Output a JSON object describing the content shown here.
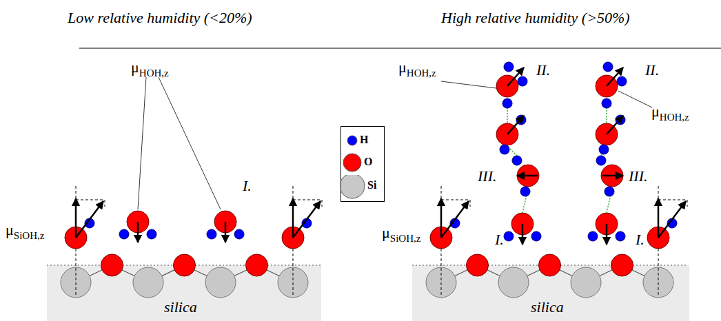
{
  "diagram": {
    "labels": [
      "Low relative humidity (<20%)",
      "High relative humidity (>50%)",
      "μSiOH,z",
      "μHOH,z",
      "I.",
      "silica",
      "μSiOH,z",
      "μHOH,z",
      "μHOH,z",
      "II.",
      "II.",
      "III.",
      "III.",
      "I.",
      "I.",
      "silica"
    ],
    "legend": [
      {
        "text": "H",
        "color": "#0000ff"
      },
      {
        "text": "O",
        "color": "#ff0000"
      },
      {
        "text": "Si",
        "color": "#c8c8c8"
      }
    ]
  }
}
